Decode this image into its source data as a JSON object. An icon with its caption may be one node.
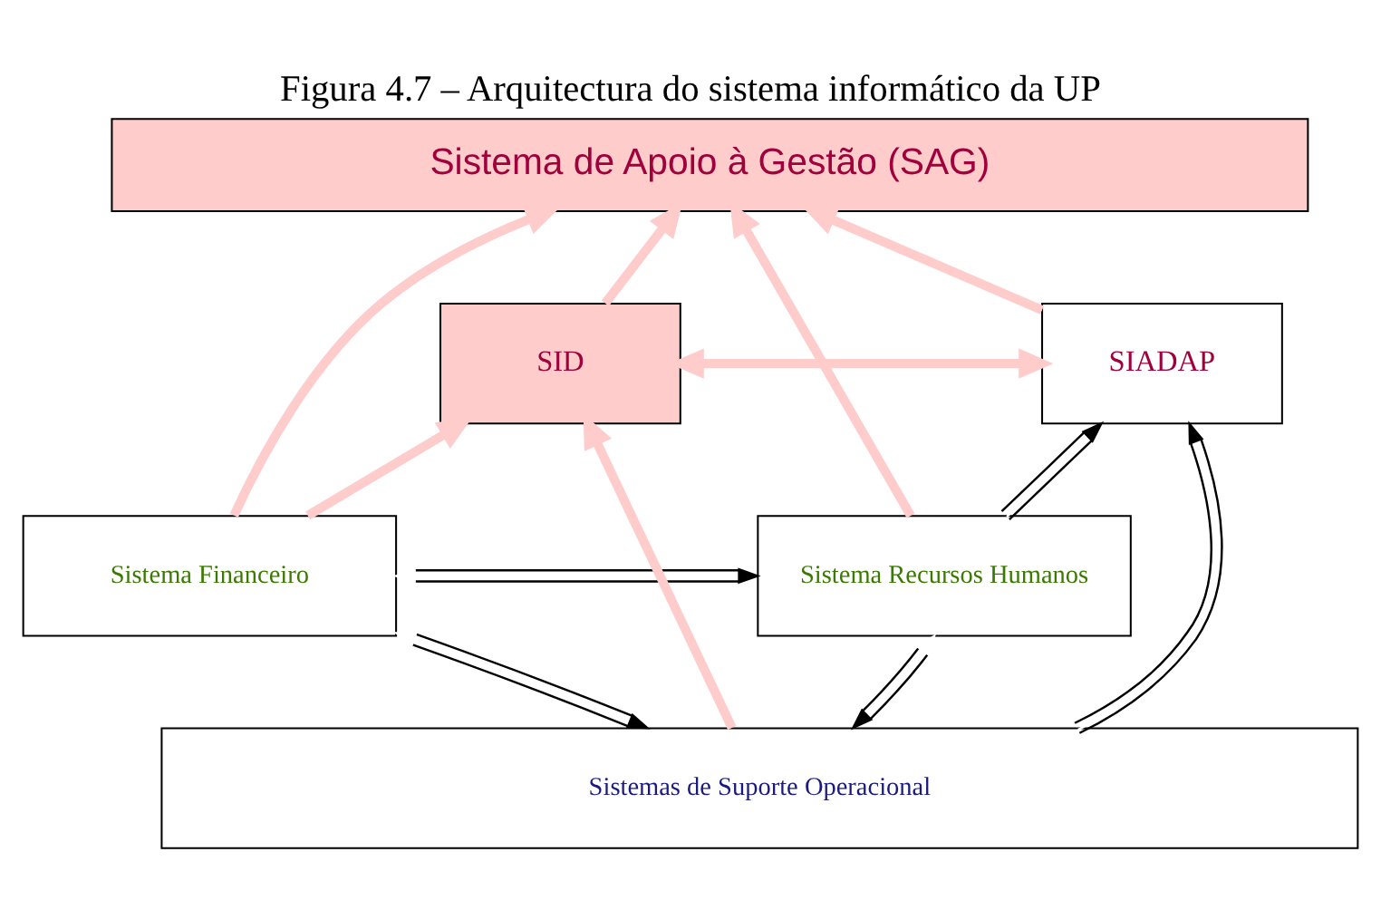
{
  "diagram": {
    "title": "Figura 4.7 – Arquitectura do sistema informático da UP",
    "nodes": [
      {
        "text": [
          "Sistema de Apoio à Gestão (SAG)"
        ]
      },
      {
        "text": [
          "SID"
        ]
      },
      {
        "text": [
          "SIADAP"
        ]
      },
      {
        "text": [
          "Sistema Financeiro"
        ]
      },
      {
        "text": [
          "Sistema Recursos Humanos"
        ]
      },
      {
        "text": [
          "Sistemas de Suporte Operacional"
        ]
      }
    ],
    "edges": [
      {
        "from": 3,
        "to": 0,
        "arrow": "to"
      },
      {
        "from": 1,
        "to": 0,
        "arrow": "to"
      },
      {
        "from": 2,
        "to": 0,
        "arrow": "to"
      },
      {
        "from": 4,
        "to": 0,
        "arrow": "to"
      },
      {
        "from": 1,
        "to": 2,
        "arrow": "both"
      },
      {
        "from": 3,
        "to": 1,
        "arrow": "to"
      },
      {
        "from": 4,
        "to": 2,
        "arrow": "to",
        "color": "#000000"
      },
      {
        "from": 3,
        "to": 4,
        "arrow": "both",
        "color": "#000000"
      },
      {
        "from": 5,
        "to": 1,
        "arrow": "to"
      },
      {
        "from": 5,
        "to": 2,
        "arrow": "to",
        "color": "#000000"
      },
      {
        "from": 3,
        "to": 5,
        "arrow": "both",
        "color": "#000000"
      },
      {
        "from": 4,
        "to": 5,
        "arrow": "both",
        "color": "#000000"
      }
    ]
  }
}
